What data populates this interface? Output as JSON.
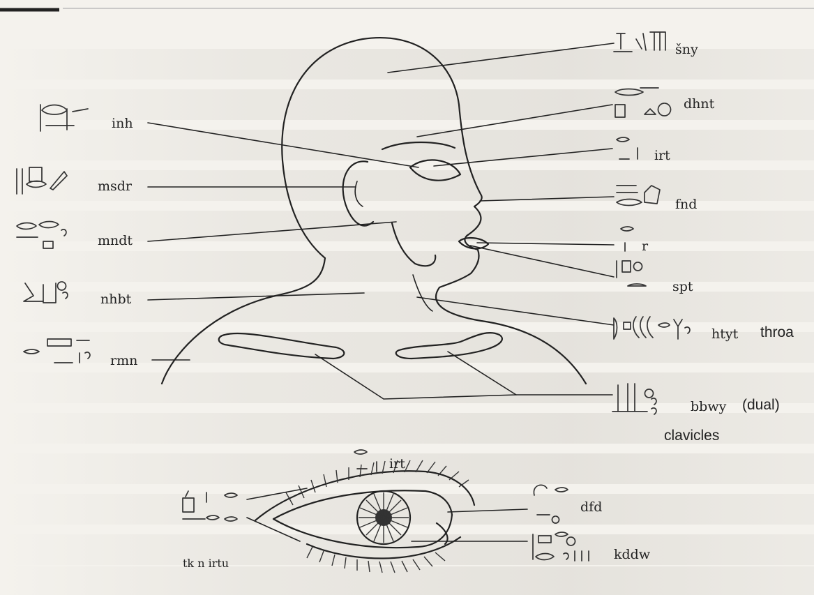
{
  "labels": {
    "sny": "šny",
    "dhnt": "dhnt",
    "irt_face": "irt",
    "fnd": "fnd",
    "r": "r",
    "spt": "spt",
    "htyt": "htyt",
    "throat": "throa",
    "bbwy": "bbwy",
    "dual": "(dual)",
    "clavicles": "clavicles",
    "inh": "inh",
    "msdr": "msdr",
    "mndt": "mndt",
    "nhbt": "nhbt",
    "rmn": "rmn",
    "irt_eye": "irt",
    "dfd": "dfd",
    "kddw": "kddw",
    "tk_n_irtu": "tk n irtu"
  }
}
